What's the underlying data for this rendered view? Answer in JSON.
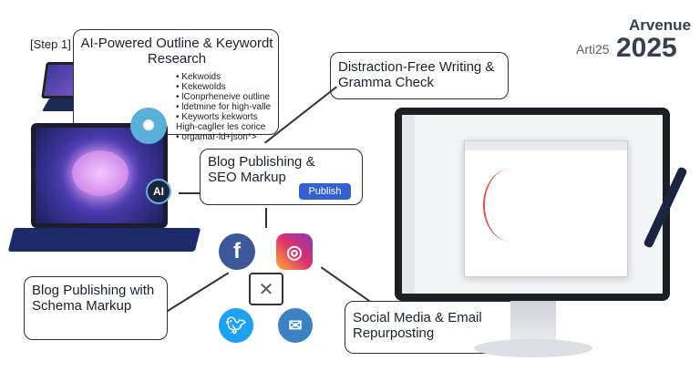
{
  "brand": {
    "name": "Arvenue",
    "small": "Arti25",
    "year": "2025"
  },
  "step1": {
    "tag": "[Step 1]",
    "title": "AI-Powered Outline & Keywordt Research",
    "bullets": [
      "Kekwoids",
      "Kekewolds",
      "lConprheneive outline",
      "ldetmine for high-valle",
      "Keyworts kekworts High-cagller les corice",
      "orgamar-ld+json*>"
    ]
  },
  "step2": {
    "title": "Distraction-Free Writing & Gramma Check"
  },
  "step3": {
    "title": "Blog Publishing & SEO Markup",
    "button": "Publish"
  },
  "step4": {
    "title": "Blog Publishing with Schema Markup"
  },
  "step5": {
    "title": "Social Media & Email Repurposting"
  },
  "laptop": {
    "badge": "AI"
  },
  "icons": [
    "facebook-icon",
    "instagram-icon",
    "x-hub-icon",
    "twitter-icon",
    "email-icon"
  ],
  "colors": {
    "facebook": "#3b5998",
    "twitter": "#1da1f2",
    "email": "#3a82c4",
    "publish": "#3461d1"
  }
}
